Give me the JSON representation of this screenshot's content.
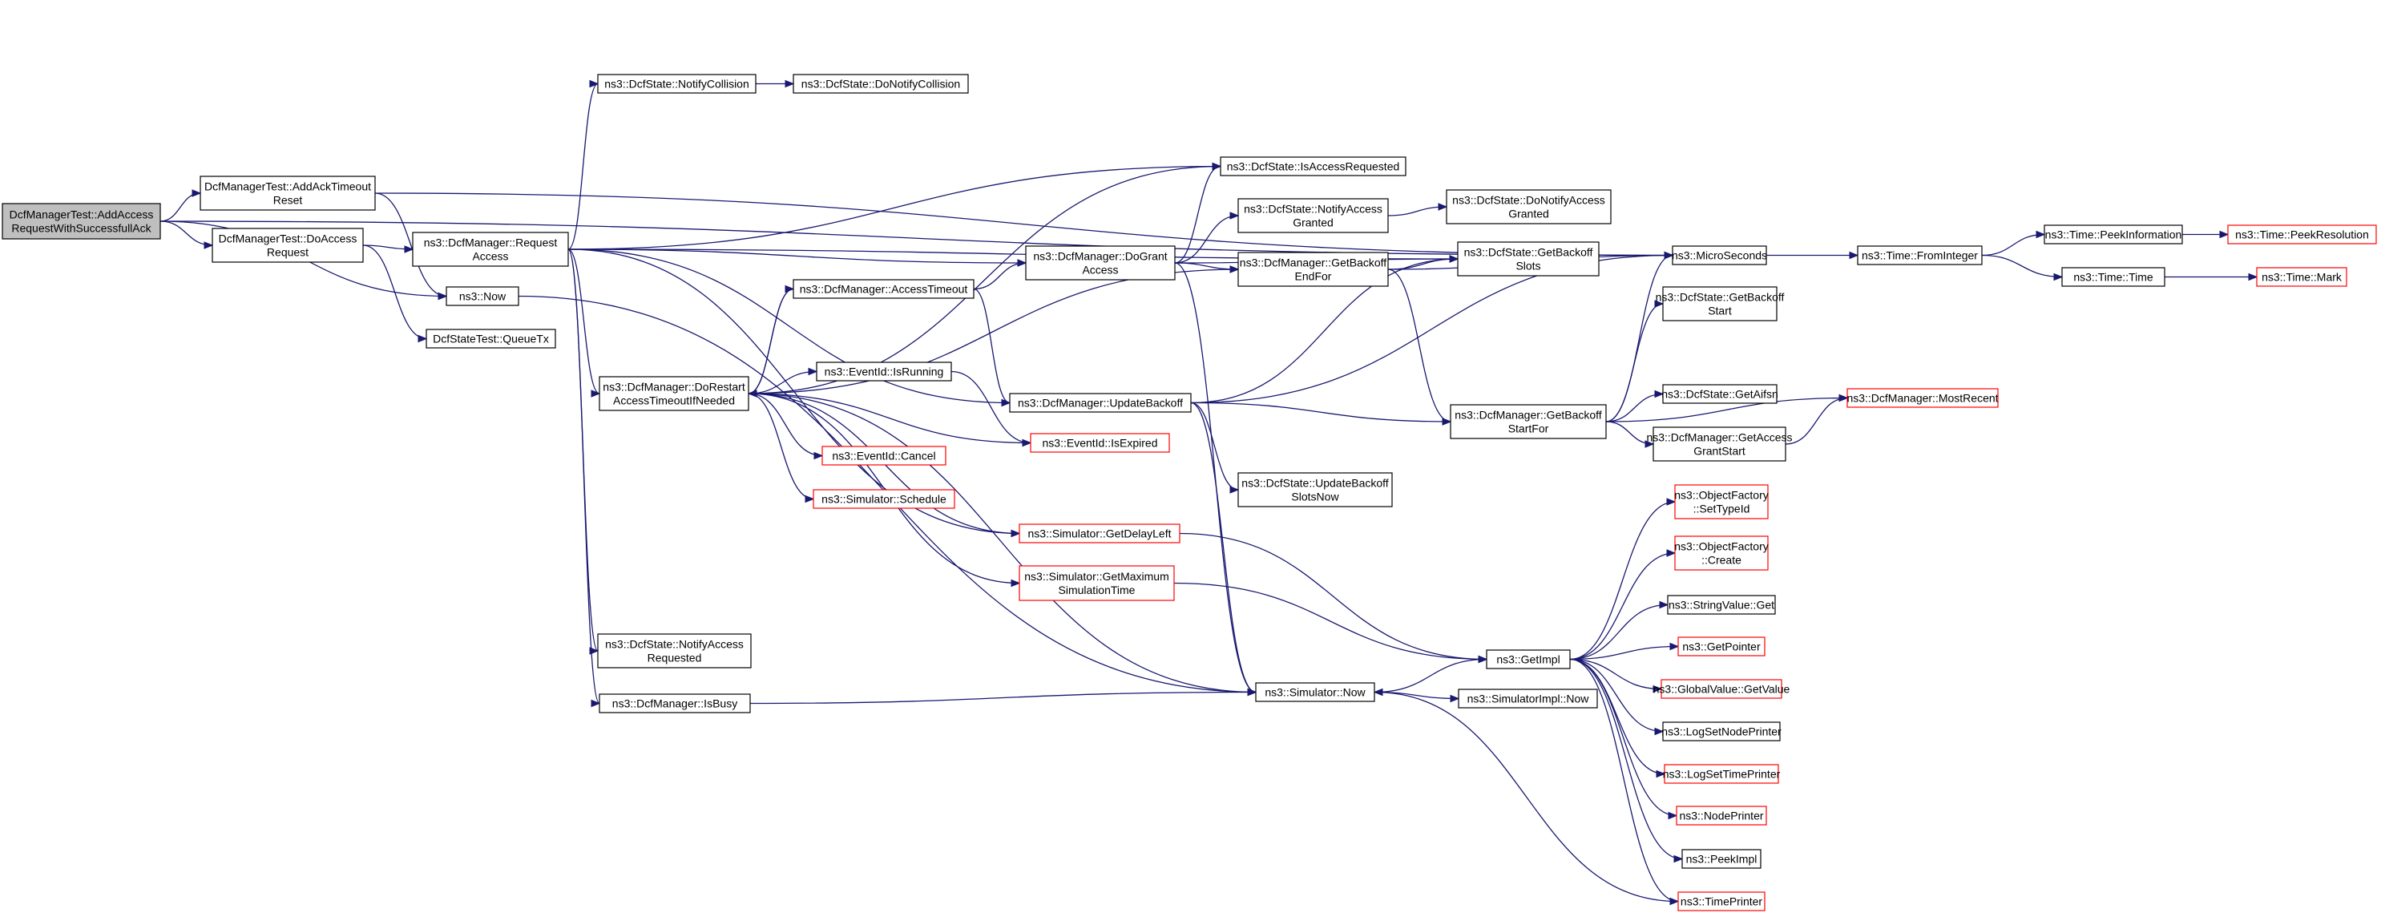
{
  "nodes": [
    {
      "id": "root",
      "label": [
        "DcfManagerTest::AddAccess",
        "RequestWithSuccessfullAck"
      ],
      "style": "root"
    },
    {
      "id": "addAckTimeout",
      "label": [
        "DcfManagerTest::AddAckTimeout",
        "Reset"
      ]
    },
    {
      "id": "doAccessRequest",
      "label": [
        "DcfManagerTest::DoAccess",
        "Request"
      ]
    },
    {
      "id": "now",
      "label": [
        "ns3::Now"
      ]
    },
    {
      "id": "queueTx",
      "label": [
        "DcfStateTest::QueueTx"
      ]
    },
    {
      "id": "requestAccess",
      "label": [
        "ns3::DcfManager::Request",
        "Access"
      ]
    },
    {
      "id": "notifyCollision",
      "label": [
        "ns3::DcfState::NotifyCollision"
      ]
    },
    {
      "id": "doNotifyCollision",
      "label": [
        "ns3::DcfState::DoNotifyCollision"
      ]
    },
    {
      "id": "doRestart",
      "label": [
        "ns3::DcfManager::DoRestart",
        "AccessTimeoutIfNeeded"
      ]
    },
    {
      "id": "accessTimeout",
      "label": [
        "ns3::DcfManager::AccessTimeout"
      ]
    },
    {
      "id": "isRunning",
      "label": [
        "ns3::EventId::IsRunning"
      ]
    },
    {
      "id": "cancel",
      "label": [
        "ns3::EventId::Cancel"
      ],
      "style": "red"
    },
    {
      "id": "schedule",
      "label": [
        "ns3::Simulator::Schedule"
      ],
      "style": "red"
    },
    {
      "id": "notifyAccessRequested",
      "label": [
        "ns3::DcfState::NotifyAccess",
        "Requested"
      ]
    },
    {
      "id": "isBusy",
      "label": [
        "ns3::DcfManager::IsBusy"
      ]
    },
    {
      "id": "doGrantAccess",
      "label": [
        "ns3::DcfManager::DoGrant",
        "Access"
      ]
    },
    {
      "id": "updateBackoff",
      "label": [
        "ns3::DcfManager::UpdateBackoff"
      ]
    },
    {
      "id": "isExpired",
      "label": [
        "ns3::EventId::IsExpired"
      ],
      "style": "red"
    },
    {
      "id": "getDelayLeft",
      "label": [
        "ns3::Simulator::GetDelayLeft"
      ],
      "style": "red"
    },
    {
      "id": "getMaxSimTime",
      "label": [
        "ns3::Simulator::GetMaximum",
        "SimulationTime"
      ],
      "style": "red"
    },
    {
      "id": "isAccessRequested",
      "label": [
        "ns3::DcfState::IsAccessRequested"
      ]
    },
    {
      "id": "notifyAccessGranted",
      "label": [
        "ns3::DcfState::NotifyAccess",
        "Granted"
      ]
    },
    {
      "id": "getBackoffEndFor",
      "label": [
        "ns3::DcfManager::GetBackoff",
        "EndFor"
      ]
    },
    {
      "id": "updateBackoffSlotsNow",
      "label": [
        "ns3::DcfState::UpdateBackoff",
        "SlotsNow"
      ]
    },
    {
      "id": "simNow",
      "label": [
        "ns3::Simulator::Now"
      ]
    },
    {
      "id": "doNotifyAccessGranted",
      "label": [
        "ns3::DcfState::DoNotifyAccess",
        "Granted"
      ]
    },
    {
      "id": "getBackoffSlots",
      "label": [
        "ns3::DcfState::GetBackoff",
        "Slots"
      ]
    },
    {
      "id": "getBackoffStartFor",
      "label": [
        "ns3::DcfManager::GetBackoff",
        "StartFor"
      ]
    },
    {
      "id": "getImpl",
      "label": [
        "ns3::GetImpl"
      ]
    },
    {
      "id": "simImplNow",
      "label": [
        "ns3::SimulatorImpl::Now"
      ]
    },
    {
      "id": "microSeconds",
      "label": [
        "ns3::MicroSeconds"
      ]
    },
    {
      "id": "stateGetBackoffStart",
      "label": [
        "ns3::DcfState::GetBackoff",
        "Start"
      ]
    },
    {
      "id": "getAifsn",
      "label": [
        "ns3::DcfState::GetAifsn"
      ]
    },
    {
      "id": "getAccessGrantStart",
      "label": [
        "ns3::DcfManager::GetAccess",
        "GrantStart"
      ]
    },
    {
      "id": "objSetTypeId",
      "label": [
        "ns3::ObjectFactory",
        "::SetTypeId"
      ],
      "style": "red"
    },
    {
      "id": "objCreate",
      "label": [
        "ns3::ObjectFactory",
        "::Create"
      ],
      "style": "red"
    },
    {
      "id": "stringValueGet",
      "label": [
        "ns3::StringValue::Get"
      ]
    },
    {
      "id": "getPointer",
      "label": [
        "ns3::GetPointer"
      ],
      "style": "red"
    },
    {
      "id": "globalValueGet",
      "label": [
        "ns3::GlobalValue::GetValue"
      ],
      "style": "red"
    },
    {
      "id": "logSetNodePrinter",
      "label": [
        "ns3::LogSetNodePrinter"
      ]
    },
    {
      "id": "logSetTimePrinter",
      "label": [
        "ns3::LogSetTimePrinter"
      ],
      "style": "red"
    },
    {
      "id": "nodePrinter",
      "label": [
        "ns3::NodePrinter"
      ],
      "style": "red"
    },
    {
      "id": "peekImpl",
      "label": [
        "ns3::PeekImpl"
      ]
    },
    {
      "id": "timePrinter",
      "label": [
        "ns3::TimePrinter"
      ],
      "style": "red"
    },
    {
      "id": "fromInteger",
      "label": [
        "ns3::Time::FromInteger"
      ]
    },
    {
      "id": "mostRecent",
      "label": [
        "ns3::DcfManager::MostRecent"
      ],
      "style": "red"
    },
    {
      "id": "peekInformation",
      "label": [
        "ns3::Time::PeekInformation"
      ]
    },
    {
      "id": "timeTime",
      "label": [
        "ns3::Time::Time"
      ]
    },
    {
      "id": "peekResolution",
      "label": [
        "ns3::Time::PeekResolution"
      ],
      "style": "red"
    },
    {
      "id": "timeMark",
      "label": [
        "ns3::Time::Mark"
      ],
      "style": "red"
    }
  ],
  "edges": [
    [
      "root",
      "addAckTimeout"
    ],
    [
      "root",
      "doAccessRequest"
    ],
    [
      "root",
      "now"
    ],
    [
      "root",
      "microSeconds"
    ],
    [
      "addAckTimeout",
      "now"
    ],
    [
      "addAckTimeout",
      "microSeconds"
    ],
    [
      "doAccessRequest",
      "requestAccess"
    ],
    [
      "doAccessRequest",
      "queueTx"
    ],
    [
      "now",
      "simNow"
    ],
    [
      "requestAccess",
      "notifyCollision"
    ],
    [
      "requestAccess",
      "isAccessRequested"
    ],
    [
      "requestAccess",
      "doGrantAccess"
    ],
    [
      "requestAccess",
      "doRestart"
    ],
    [
      "requestAccess",
      "notifyAccessRequested"
    ],
    [
      "requestAccess",
      "isBusy"
    ],
    [
      "requestAccess",
      "getDelayLeft"
    ],
    [
      "requestAccess",
      "updateBackoff"
    ],
    [
      "requestAccess",
      "getBackoffSlots"
    ],
    [
      "notifyCollision",
      "doNotifyCollision"
    ],
    [
      "doRestart",
      "accessTimeout"
    ],
    [
      "doRestart",
      "isRunning"
    ],
    [
      "doRestart",
      "isExpired"
    ],
    [
      "doRestart",
      "cancel"
    ],
    [
      "doRestart",
      "schedule"
    ],
    [
      "doRestart",
      "getDelayLeft"
    ],
    [
      "doRestart",
      "getMaxSimTime"
    ],
    [
      "doRestart",
      "simNow"
    ],
    [
      "doRestart",
      "getBackoffEndFor"
    ],
    [
      "doRestart",
      "isAccessRequested"
    ],
    [
      "accessTimeout",
      "doGrantAccess"
    ],
    [
      "accessTimeout",
      "updateBackoff"
    ],
    [
      "accessTimeout",
      "doRestart"
    ],
    [
      "isRunning",
      "isExpired"
    ],
    [
      "isBusy",
      "simNow"
    ],
    [
      "doGrantAccess",
      "isAccessRequested"
    ],
    [
      "doGrantAccess",
      "notifyAccessGranted"
    ],
    [
      "doGrantAccess",
      "getBackoffSlots"
    ],
    [
      "doGrantAccess",
      "getBackoffEndFor"
    ],
    [
      "doGrantAccess",
      "simNow"
    ],
    [
      "updateBackoff",
      "getBackoffStartFor"
    ],
    [
      "updateBackoff",
      "updateBackoffSlotsNow"
    ],
    [
      "updateBackoff",
      "simNow"
    ],
    [
      "updateBackoff",
      "microSeconds"
    ],
    [
      "updateBackoff",
      "getBackoffSlots"
    ],
    [
      "getDelayLeft",
      "getImpl"
    ],
    [
      "getMaxSimTime",
      "getImpl"
    ],
    [
      "notifyAccessGranted",
      "doNotifyAccessGranted"
    ],
    [
      "getBackoffEndFor",
      "getBackoffStartFor"
    ],
    [
      "getBackoffEndFor",
      "getBackoffSlots"
    ],
    [
      "getBackoffEndFor",
      "microSeconds"
    ],
    [
      "getBackoffStartFor",
      "microSeconds"
    ],
    [
      "getBackoffStartFor",
      "stateGetBackoffStart"
    ],
    [
      "getBackoffStartFor",
      "getAifsn"
    ],
    [
      "getBackoffStartFor",
      "getAccessGrantStart"
    ],
    [
      "getBackoffStartFor",
      "mostRecent"
    ],
    [
      "getAccessGrantStart",
      "mostRecent"
    ],
    [
      "simNow",
      "getImpl"
    ],
    [
      "simNow",
      "simImplNow"
    ],
    [
      "getImpl",
      "objSetTypeId"
    ],
    [
      "getImpl",
      "objCreate"
    ],
    [
      "getImpl",
      "stringValueGet"
    ],
    [
      "getImpl",
      "getPointer"
    ],
    [
      "getImpl",
      "globalValueGet"
    ],
    [
      "getImpl",
      "logSetNodePrinter"
    ],
    [
      "getImpl",
      "logSetTimePrinter"
    ],
    [
      "getImpl",
      "nodePrinter"
    ],
    [
      "getImpl",
      "peekImpl"
    ],
    [
      "getImpl",
      "timePrinter"
    ],
    [
      "timePrinter",
      "simNow"
    ],
    [
      "microSeconds",
      "fromInteger"
    ],
    [
      "fromInteger",
      "peekInformation"
    ],
    [
      "fromInteger",
      "timeTime"
    ],
    [
      "peekInformation",
      "peekResolution"
    ],
    [
      "timeTime",
      "timeMark"
    ]
  ]
}
